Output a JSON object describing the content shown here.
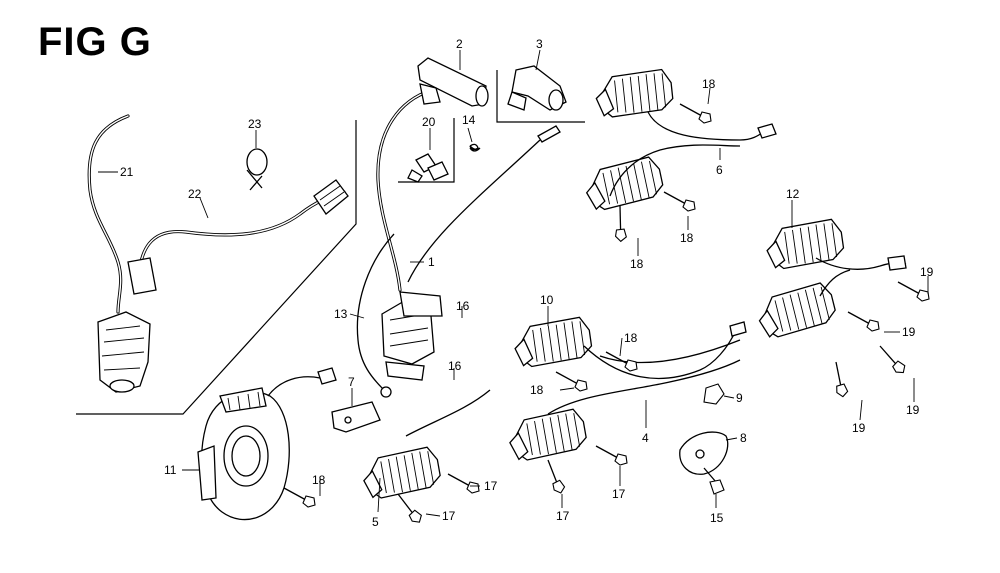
{
  "figure": {
    "title": "FIG G"
  },
  "callouts": [
    {
      "id": "c1",
      "label": "1"
    },
    {
      "id": "c2",
      "label": "2"
    },
    {
      "id": "c3",
      "label": "3"
    },
    {
      "id": "c4",
      "label": "4"
    },
    {
      "id": "c5",
      "label": "5"
    },
    {
      "id": "c6",
      "label": "6"
    },
    {
      "id": "c7",
      "label": "7"
    },
    {
      "id": "c8",
      "label": "8"
    },
    {
      "id": "c9",
      "label": "9"
    },
    {
      "id": "c10",
      "label": "10"
    },
    {
      "id": "c11",
      "label": "11"
    },
    {
      "id": "c12",
      "label": "12"
    },
    {
      "id": "c13",
      "label": "13"
    },
    {
      "id": "c14",
      "label": "14"
    },
    {
      "id": "c15",
      "label": "15"
    },
    {
      "id": "c16a",
      "label": "16"
    },
    {
      "id": "c16b",
      "label": "16"
    },
    {
      "id": "c17a",
      "label": "17"
    },
    {
      "id": "c17b",
      "label": "17"
    },
    {
      "id": "c17c",
      "label": "17"
    },
    {
      "id": "c17d",
      "label": "17"
    },
    {
      "id": "c18a",
      "label": "18"
    },
    {
      "id": "c18b",
      "label": "18"
    },
    {
      "id": "c18c",
      "label": "18"
    },
    {
      "id": "c18d",
      "label": "18"
    },
    {
      "id": "c18e",
      "label": "18"
    },
    {
      "id": "c18f",
      "label": "18"
    },
    {
      "id": "c19a",
      "label": "19"
    },
    {
      "id": "c19b",
      "label": "19"
    },
    {
      "id": "c19c",
      "label": "19"
    },
    {
      "id": "c19d",
      "label": "19"
    },
    {
      "id": "c20",
      "label": "20"
    },
    {
      "id": "c21",
      "label": "21"
    },
    {
      "id": "c22",
      "label": "22"
    },
    {
      "id": "c23",
      "label": "23"
    }
  ]
}
